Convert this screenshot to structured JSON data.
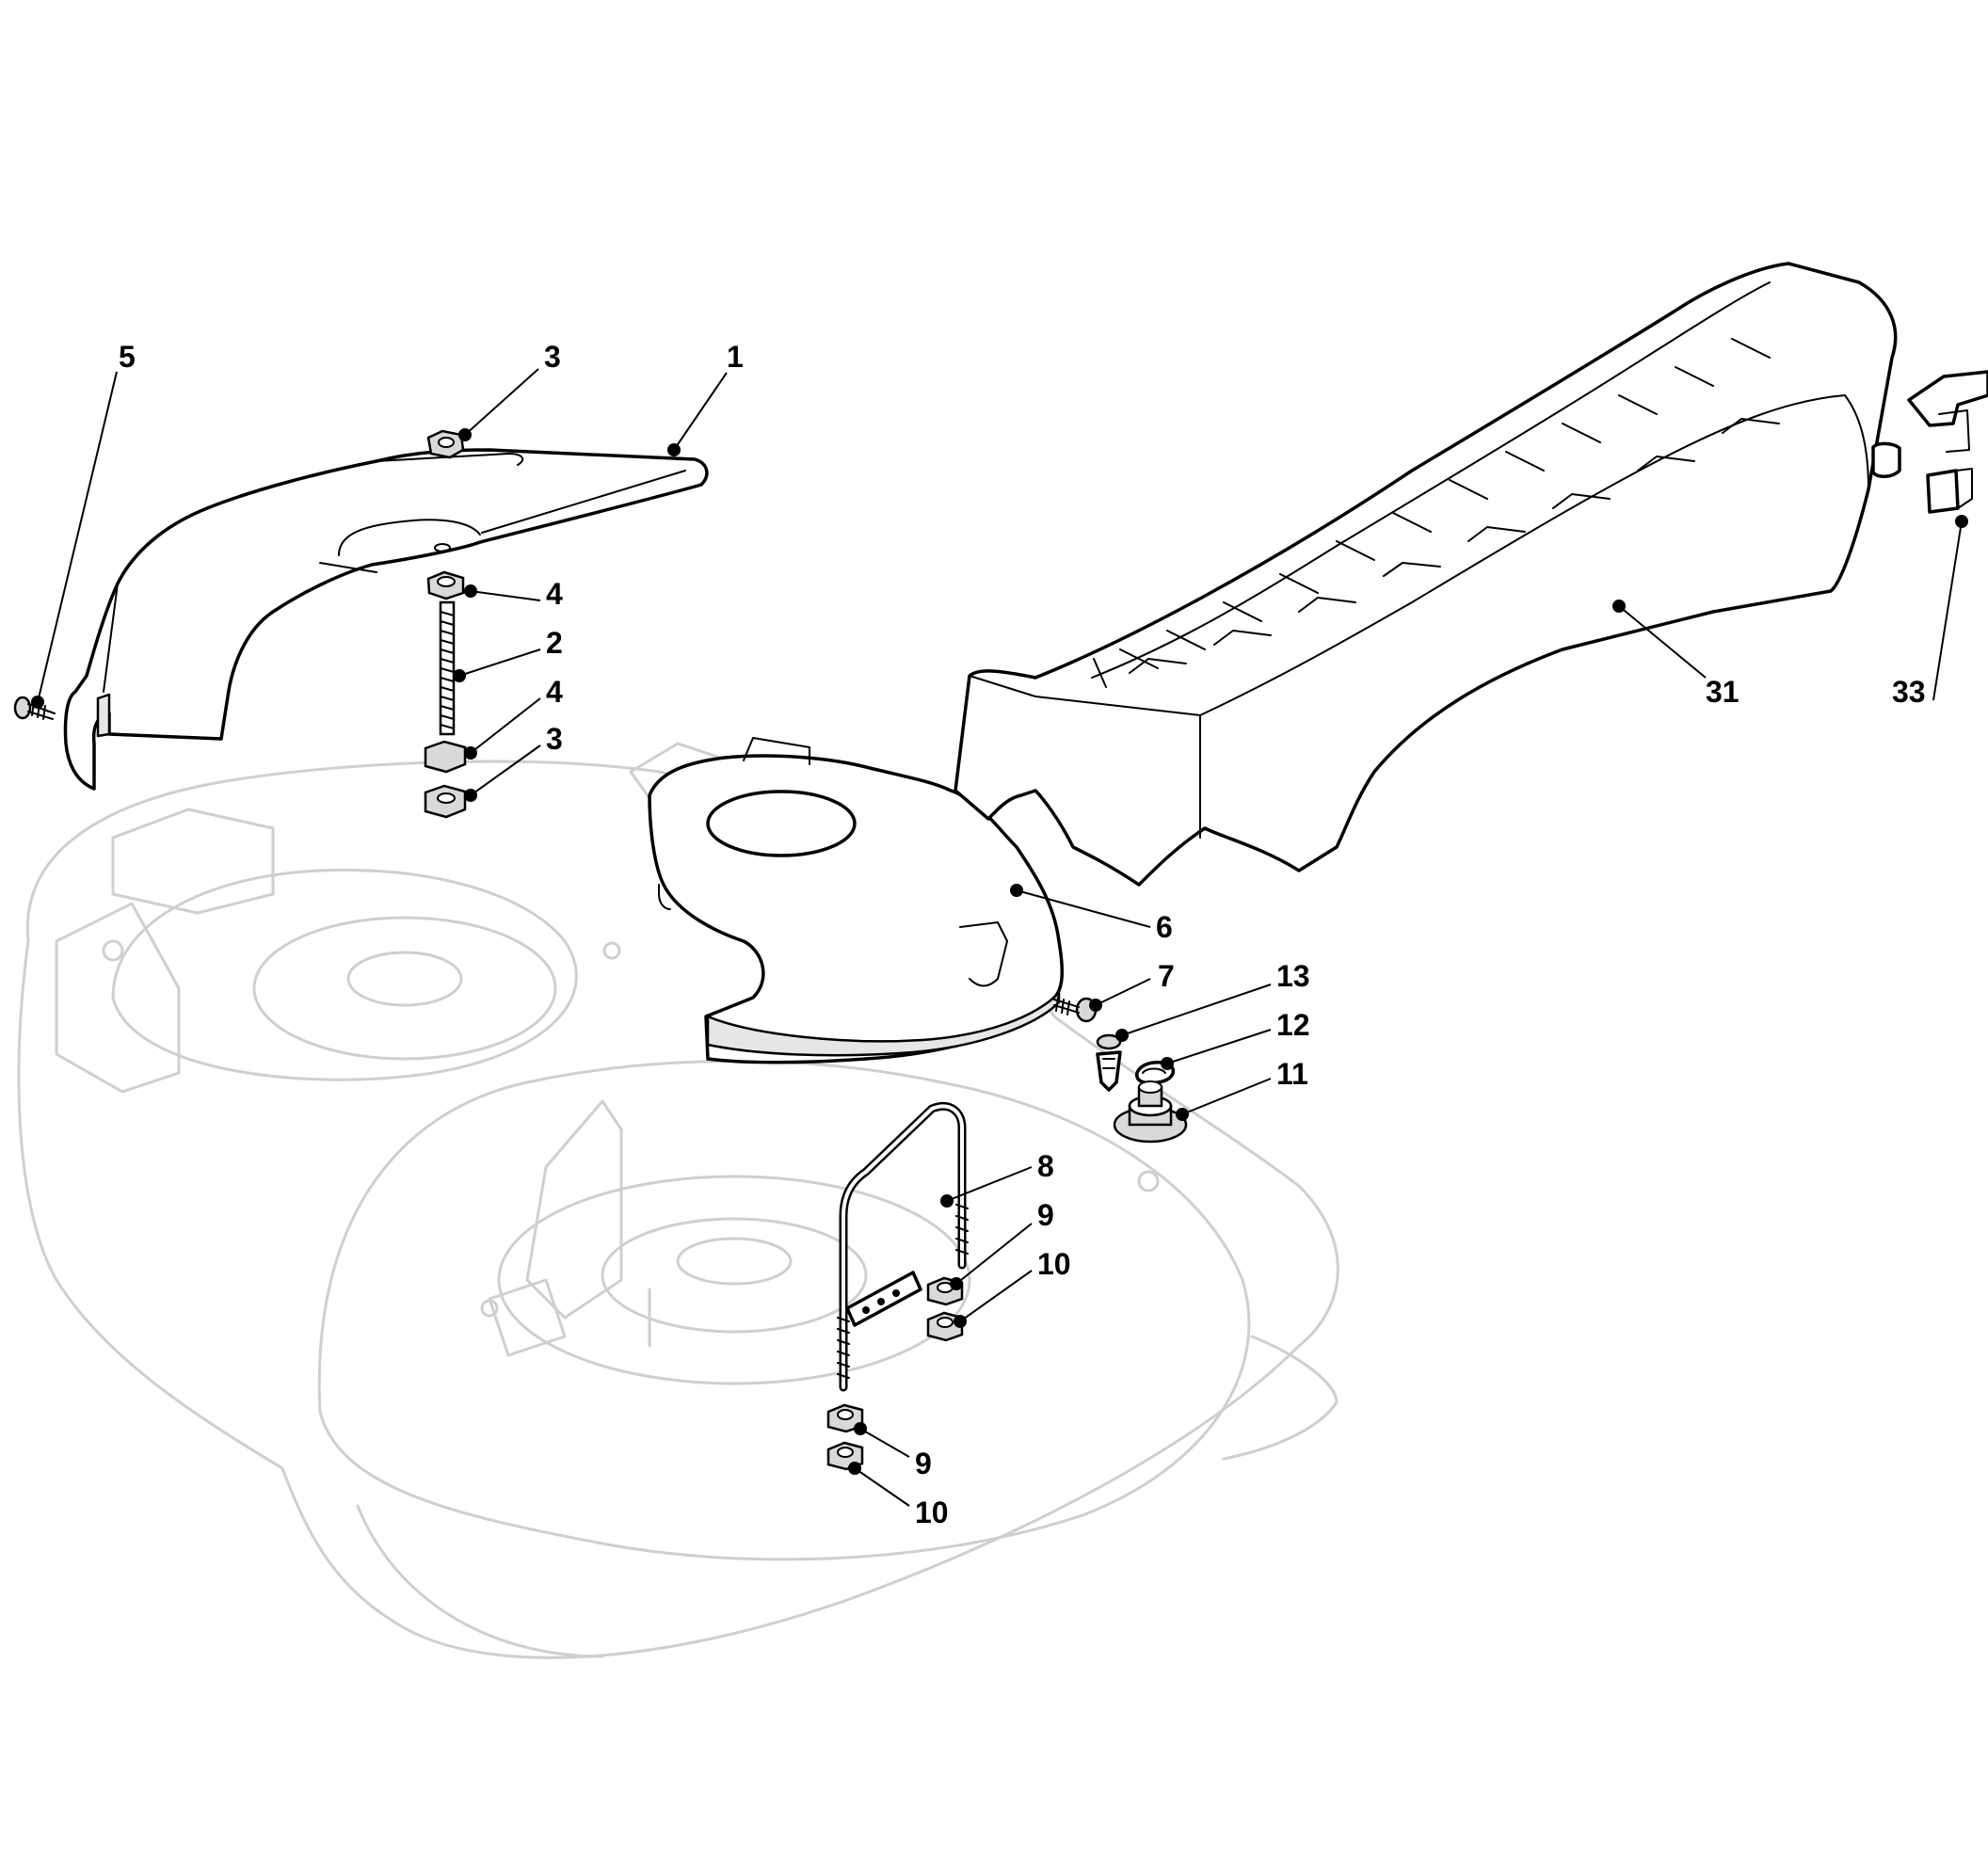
{
  "diagram": {
    "callouts": [
      {
        "id": "c1",
        "label": "1"
      },
      {
        "id": "c2",
        "label": "2"
      },
      {
        "id": "c3a",
        "label": "3"
      },
      {
        "id": "c3b",
        "label": "3"
      },
      {
        "id": "c4a",
        "label": "4"
      },
      {
        "id": "c4b",
        "label": "4"
      },
      {
        "id": "c5",
        "label": "5"
      },
      {
        "id": "c6",
        "label": "6"
      },
      {
        "id": "c7",
        "label": "7"
      },
      {
        "id": "c8",
        "label": "8"
      },
      {
        "id": "c9a",
        "label": "9"
      },
      {
        "id": "c9b",
        "label": "9"
      },
      {
        "id": "c10a",
        "label": "10"
      },
      {
        "id": "c10b",
        "label": "10"
      },
      {
        "id": "c11",
        "label": "11"
      },
      {
        "id": "c12",
        "label": "12"
      },
      {
        "id": "c13",
        "label": "13"
      },
      {
        "id": "c31",
        "label": "31"
      },
      {
        "id": "c33",
        "label": "33"
      }
    ]
  }
}
